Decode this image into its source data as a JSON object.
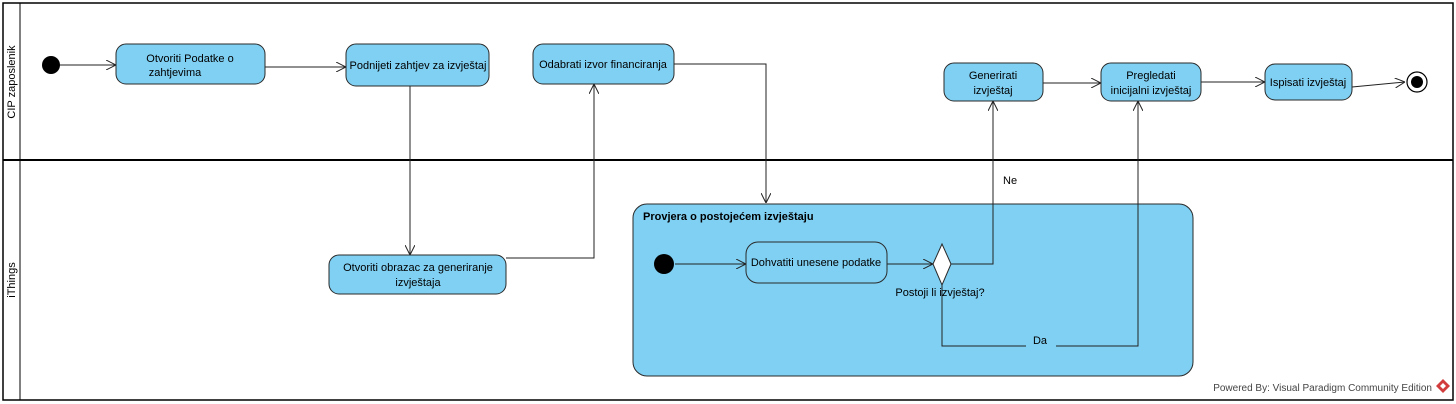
{
  "lanes": {
    "top": "CIP zaposlenik",
    "bottom": "iThings"
  },
  "actions": {
    "otvoriti_podatke": [
      "Otvoriti Podatke o",
      "zahtjevima"
    ],
    "podnijeti_zahtjev": "Podnijeti zahtjev za izvještaj",
    "odabrati_izvor": "Odabrati izvor financiranja",
    "otvoriti_obrazac": [
      "Otvoriti obrazac za generiranje",
      "izvještaja"
    ],
    "generirati": [
      "Generirati",
      "izvještaj"
    ],
    "pregledati": [
      "Pregledati",
      "inicijalni izvještaj"
    ],
    "ispisati": "Ispisati izvještaj",
    "dohvatiti": "Dohvatiti unesene podatke"
  },
  "subactivity": {
    "title": "Provjera o postojećem izvještaju"
  },
  "decision": {
    "label": "Postoji li izvještaj?",
    "no_label": "Ne",
    "yes_label": "Da"
  },
  "footer": {
    "powered_by": "Powered By: Visual Paradigm Community Edition"
  },
  "colors": {
    "action_fill": "#7fd0f3",
    "action_stroke": "#2a2a2a",
    "lane_stroke": "#000000",
    "node_black": "#000000"
  }
}
